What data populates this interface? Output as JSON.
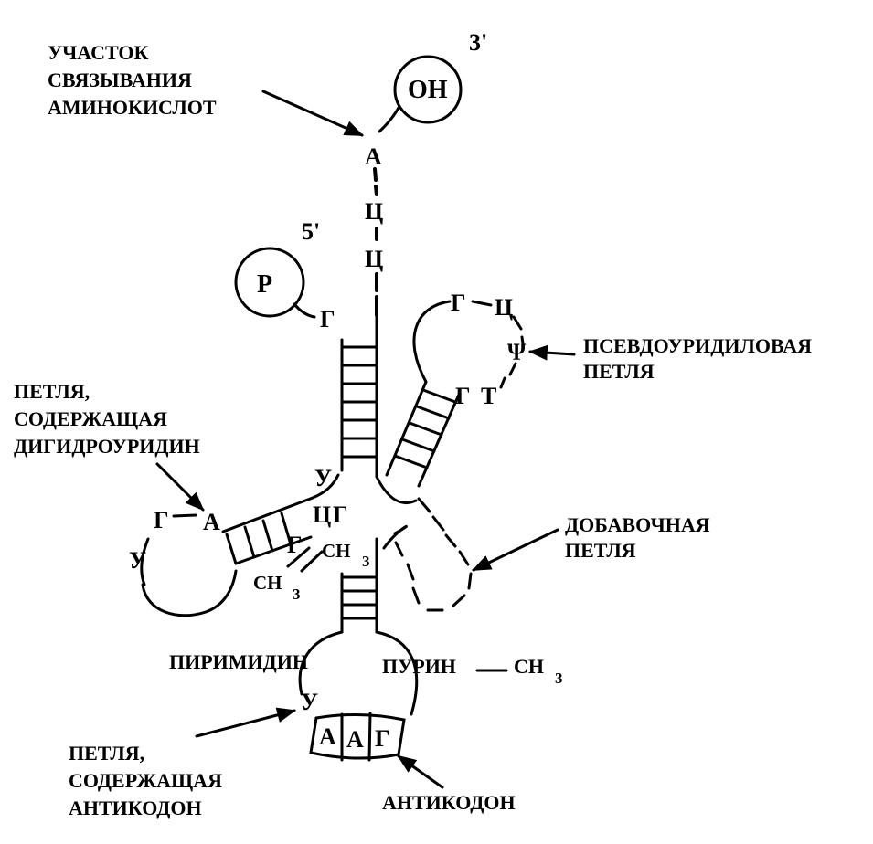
{
  "labels": {
    "amino_site": [
      "УЧАСТОК",
      "СВЯЗЫВАНИЯ",
      "АМИНОКИСЛОТ"
    ],
    "pseudouridine_loop": [
      "ПСЕВДОУРИДИЛОВАЯ",
      "ПЕТЛЯ"
    ],
    "dihydrouridine_loop": [
      "ПЕТЛЯ,",
      "СОДЕРЖАЩАЯ",
      "ДИГИДРОУРИДИН"
    ],
    "extra_loop": [
      "ДОБАВОЧНАЯ",
      "ПЕТЛЯ"
    ],
    "anticodon_loop": [
      "ПЕТЛЯ,",
      "СОДЕРЖАЩАЯ",
      "АНТИКОДОН"
    ],
    "anticodon": "АНТИКОДОН",
    "pyrimidine": "ПИРИМИДИН",
    "purine": "ПУРИН",
    "purine_methyl": "СН",
    "subscript_3": "3"
  },
  "ends": {
    "three_prime": "3'",
    "five_prime": "5'",
    "oh": "ОН",
    "p": "Р"
  },
  "nucleotides": {
    "acceptor": [
      "А",
      "Ц",
      "Ц"
    ],
    "five_g": "Г",
    "t_loop": [
      "Г",
      "Ц",
      "Ψ",
      "Г",
      "Т"
    ],
    "d_loop": [
      "Г",
      "А",
      "У"
    ],
    "core": [
      "У",
      "Ц",
      "Г",
      "Г"
    ],
    "methyl": "СН",
    "anticodon_u": "У",
    "anticodon": [
      "А",
      "А",
      "Г"
    ]
  }
}
